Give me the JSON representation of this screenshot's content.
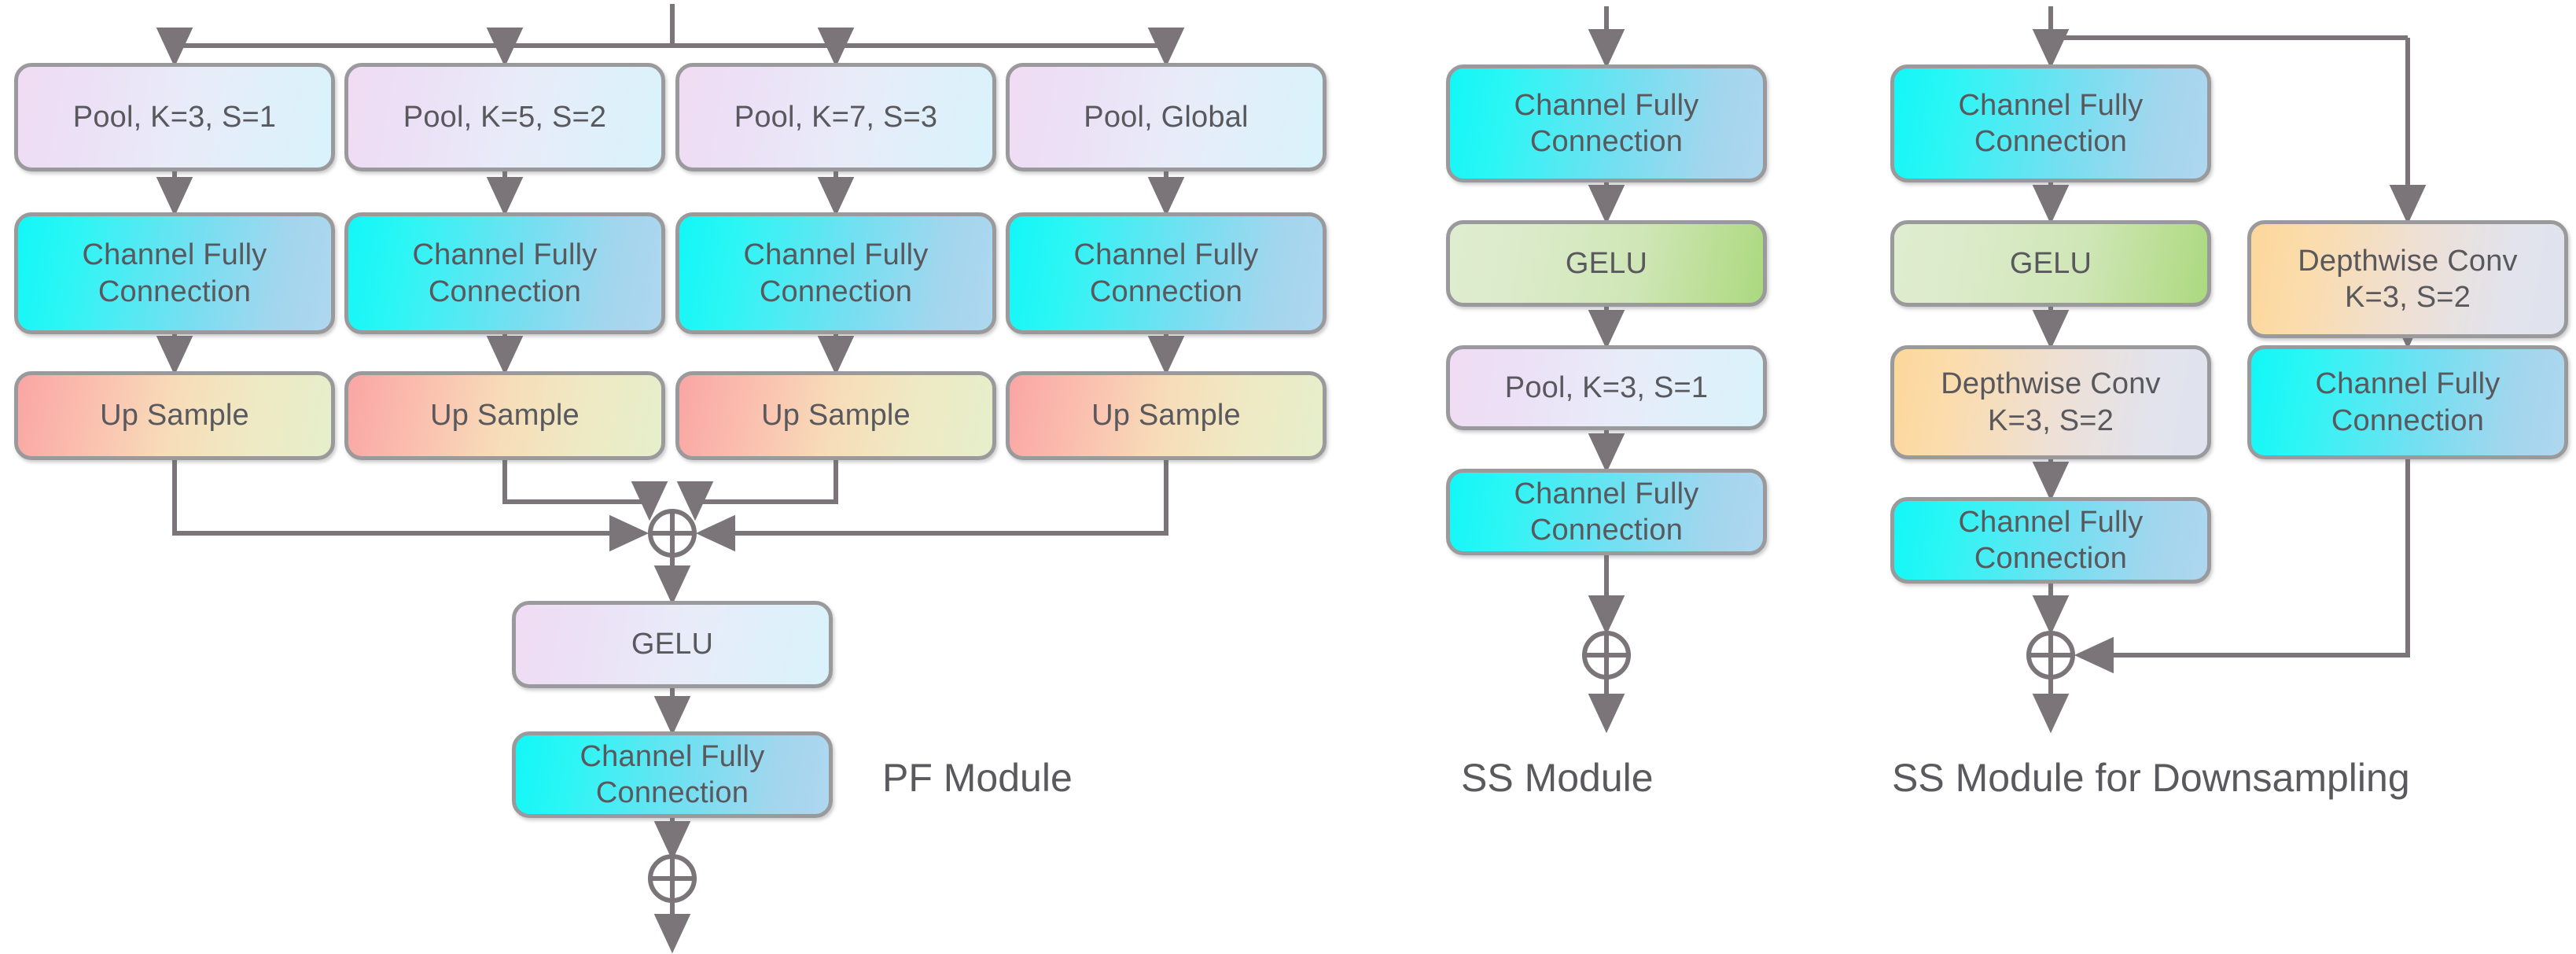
{
  "diagram": {
    "title": "Network module architecture diagram",
    "background": "#ffffff",
    "wire_color": "#7b7579",
    "border_color": "#9a9a9c",
    "text_color": "#58585d",
    "palette": {
      "pool": "#eadff6 -> #d9f2fb",
      "channel_fully_connection": "#00ffff -> #aed7ef",
      "up_sample": "#f9a6a4 -> #e6eecb",
      "gelu_purple": "#f0dcf4 -> #d9f2fb",
      "gelu_green": "#dfecd0 -> #aad97f",
      "depthwise_conv": "#fcd79b -> #dfe3ef"
    }
  },
  "modules": [
    {
      "id": "pf",
      "label": "PF Module",
      "branches": [
        {
          "pool": "Pool, K=3, S=1",
          "cfc": "Channel Fully\nConnection",
          "up": "Up Sample"
        },
        {
          "pool": "Pool, K=5, S=2",
          "cfc": "Channel Fully\nConnection",
          "up": "Up Sample"
        },
        {
          "pool": "Pool, K=7, S=3",
          "cfc": "Channel Fully\nConnection",
          "up": "Up Sample"
        },
        {
          "pool": "Pool, Global",
          "cfc": "Channel Fully\nConnection",
          "up": "Up Sample"
        }
      ],
      "tail": [
        {
          "kind": "merge",
          "symbol": "plus-circle"
        },
        {
          "kind": "gelu",
          "text": "GELU"
        },
        {
          "kind": "cfc",
          "text_line1": "Channel Fully",
          "text_line2": "Connection"
        },
        {
          "kind": "merge",
          "symbol": "plus-circle"
        }
      ]
    },
    {
      "id": "ss",
      "label": "SS Module",
      "stack": [
        {
          "kind": "cfc",
          "text_line1": "Channel Fully",
          "text_line2": "Connection"
        },
        {
          "kind": "gelu-green",
          "text": "GELU"
        },
        {
          "kind": "pool",
          "text": "Pool, K=3, S=1"
        },
        {
          "kind": "cfc",
          "text_line1": "Channel Fully",
          "text_line2": "Connection"
        },
        {
          "kind": "merge",
          "symbol": "plus-circle"
        }
      ]
    },
    {
      "id": "ss-down",
      "label": "SS Module for Downsampling",
      "main_stack": [
        {
          "kind": "cfc",
          "text_line1": "Channel Fully",
          "text_line2": "Connection"
        },
        {
          "kind": "gelu-green",
          "text": "GELU"
        },
        {
          "kind": "dw",
          "text_line1": "Depthwise Conv",
          "text_line2": "K=3, S=2"
        },
        {
          "kind": "cfc",
          "text_line1": "Channel Fully",
          "text_line2": "Connection"
        },
        {
          "kind": "merge",
          "symbol": "plus-circle"
        }
      ],
      "shortcut_stack": [
        {
          "kind": "dw",
          "text_line1": "Depthwise Conv",
          "text_line2": "K=3, S=2"
        },
        {
          "kind": "cfc",
          "text_line1": "Channel Fully",
          "text_line2": "Connection"
        }
      ]
    }
  ],
  "labels": {
    "pool_k3s1": "Pool, K=3, S=1",
    "pool_k5s2": "Pool, K=5, S=2",
    "pool_k7s3": "Pool, K=7, S=3",
    "pool_global": "Pool, Global",
    "cfc_line1": "Channel Fully",
    "cfc_line2": "Connection",
    "up_sample": "Up Sample",
    "gelu": "GELU",
    "dw_line1": "Depthwise Conv",
    "dw_line2": "K=3, S=2",
    "pf_module": "PF Module",
    "ss_module": "SS Module",
    "ss_module_down": "SS Module for Downsampling"
  }
}
